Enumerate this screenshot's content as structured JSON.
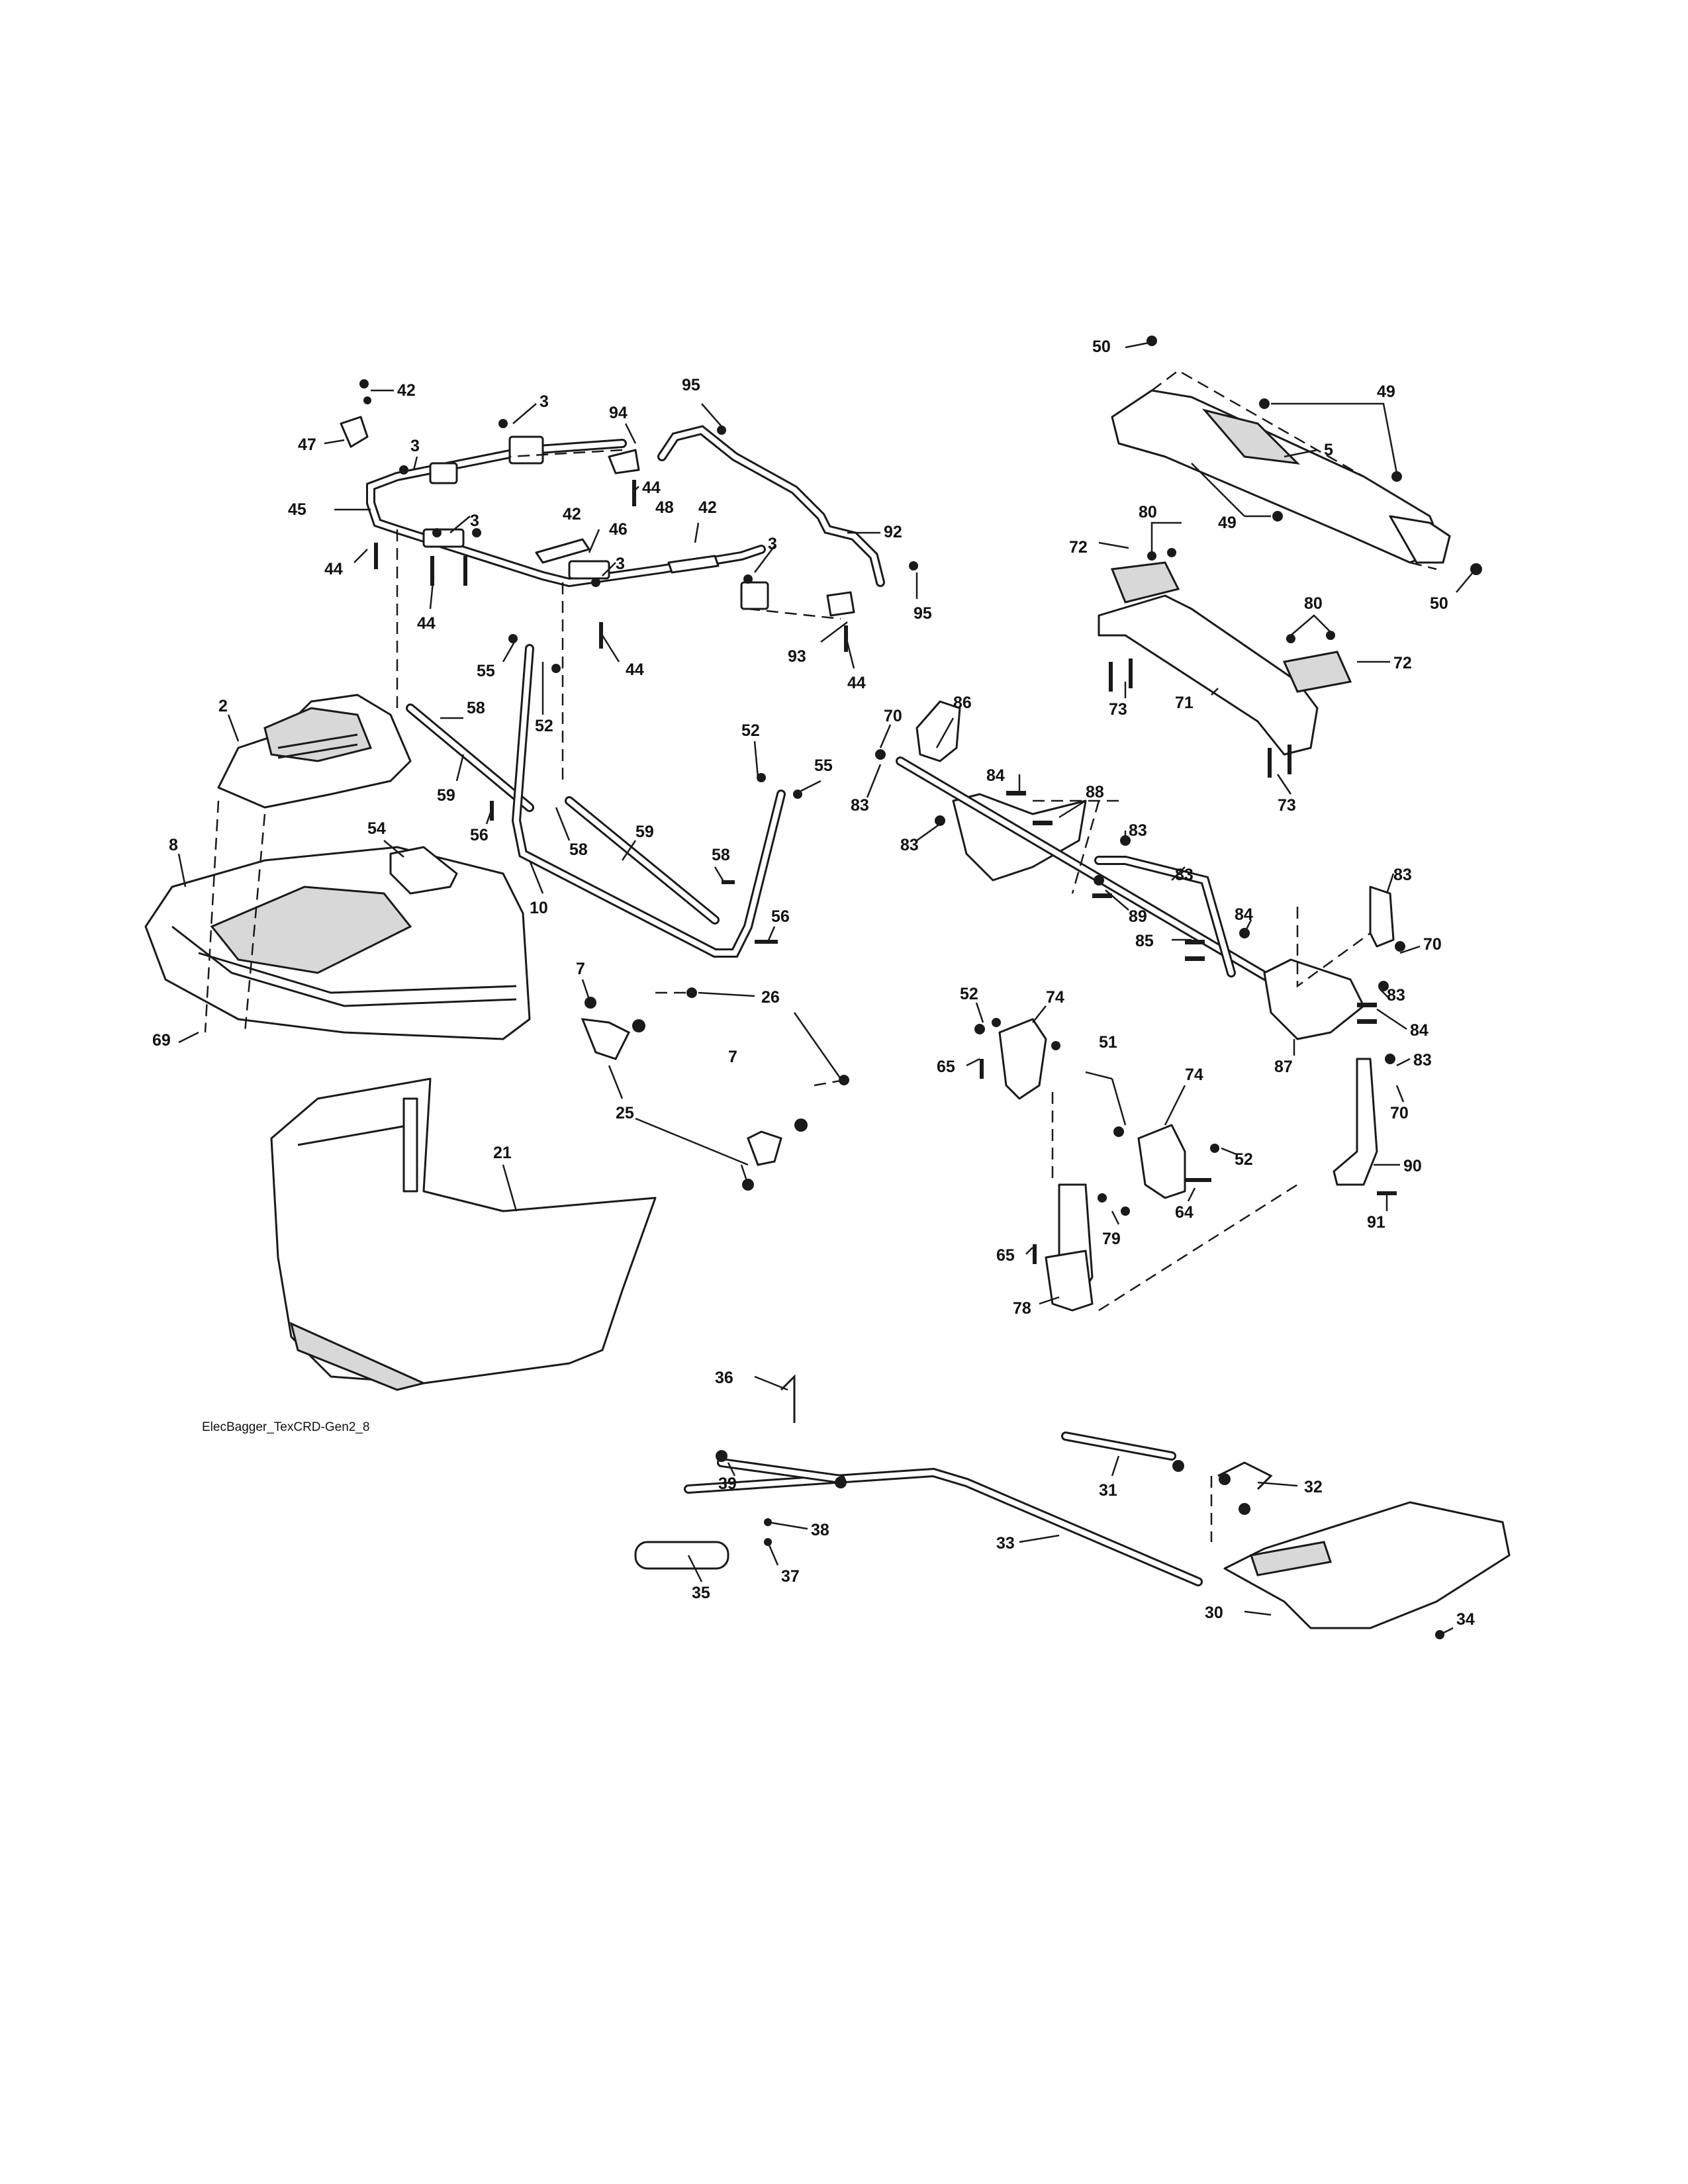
{
  "diagram": {
    "caption": "ElecBagger_TexCRD-Gen2_8",
    "callouts": [
      "42",
      "47",
      "3",
      "3",
      "94",
      "95",
      "45",
      "44",
      "44",
      "3",
      "46",
      "42",
      "48",
      "42",
      "3",
      "92",
      "44",
      "3",
      "44",
      "93",
      "95",
      "44",
      "55",
      "58",
      "52",
      "59",
      "56",
      "58",
      "2",
      "8",
      "54",
      "10",
      "59",
      "52",
      "55",
      "58",
      "56",
      "69",
      "7",
      "26",
      "25",
      "7",
      "50",
      "49",
      "5",
      "49",
      "50",
      "80",
      "72",
      "80",
      "72",
      "73",
      "71",
      "73",
      "70",
      "86",
      "83",
      "84",
      "88",
      "83",
      "83",
      "89",
      "83",
      "84",
      "85",
      "83",
      "70",
      "83",
      "84",
      "52",
      "74",
      "65",
      "51",
      "87",
      "83",
      "70",
      "74",
      "52",
      "90",
      "64",
      "91",
      "79",
      "65",
      "78",
      "21",
      "36",
      "39",
      "31",
      "32",
      "38",
      "33",
      "37",
      "35",
      "30",
      "34"
    ]
  }
}
